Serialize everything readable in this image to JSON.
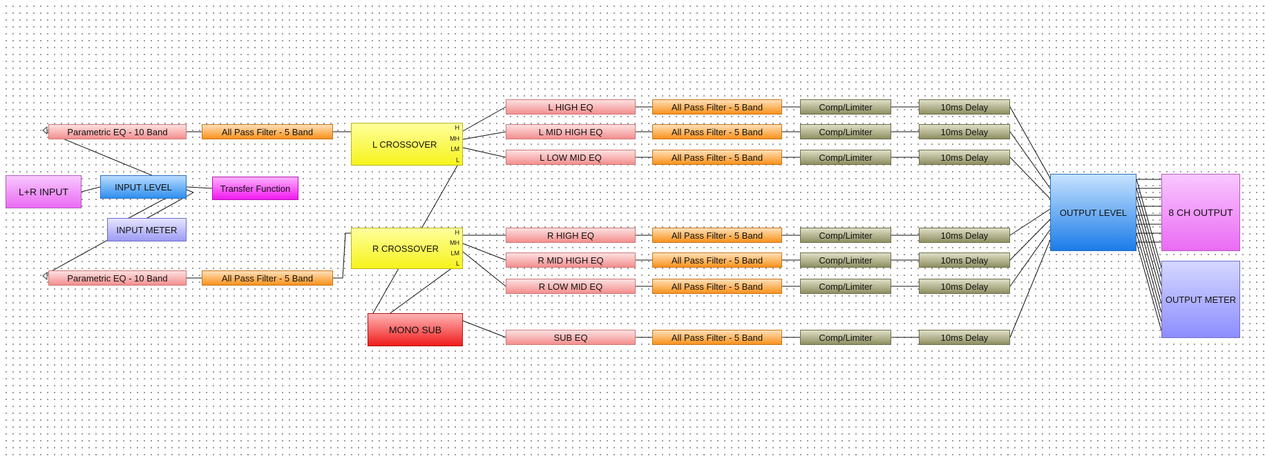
{
  "blocks": {
    "lr_input": "L+R INPUT",
    "input_level": "INPUT LEVEL",
    "input_meter": "INPUT METER",
    "transfer_function": "Transfer Function",
    "peq_top": "Parametric EQ - 10 Band",
    "peq_bottom": "Parametric EQ - 10 Band",
    "apf_top_in": "All Pass Filter - 5 Band",
    "apf_bottom_in": "All Pass Filter - 5 Band",
    "l_crossover": "L CROSSOVER",
    "r_crossover": "R CROSSOVER",
    "mono_sub": "MONO SUB",
    "output_level": "OUTPUT LEVEL",
    "ch8_output": "8 CH OUTPUT",
    "output_meter": "OUTPUT METER"
  },
  "crossover_outputs": [
    "H",
    "MH",
    "LM",
    "L"
  ],
  "chains": [
    {
      "eq": "L HIGH EQ",
      "apf": "All Pass Filter - 5 Band",
      "comp": "Comp/Limiter",
      "delay": "10ms Delay"
    },
    {
      "eq": "L MID HIGH EQ",
      "apf": "All Pass Filter - 5 Band",
      "comp": "Comp/Limiter",
      "delay": "10ms Delay"
    },
    {
      "eq": "L LOW MID EQ",
      "apf": "All Pass Filter - 5 Band",
      "comp": "Comp/Limiter",
      "delay": "10ms Delay"
    },
    {
      "eq": "R HIGH EQ",
      "apf": "All Pass Filter - 5 Band",
      "comp": "Comp/Limiter",
      "delay": "10ms Delay"
    },
    {
      "eq": "R MID HIGH EQ",
      "apf": "All Pass Filter - 5 Band",
      "comp": "Comp/Limiter",
      "delay": "10ms Delay"
    },
    {
      "eq": "R LOW MID EQ",
      "apf": "All Pass Filter - 5 Band",
      "comp": "Comp/Limiter",
      "delay": "10ms Delay"
    },
    {
      "eq": "SUB EQ",
      "apf": "All Pass Filter - 5 Band",
      "comp": "Comp/Limiter",
      "delay": "10ms Delay"
    }
  ]
}
